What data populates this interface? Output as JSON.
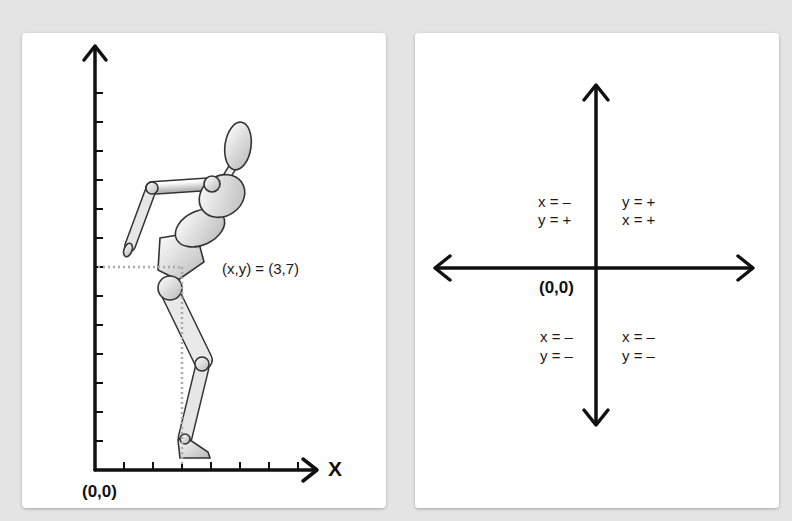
{
  "diagram": {
    "nodes": [
      {
        "text": [
          "(x,y) = (3,7)",
          "X",
          "(0,0)"
        ]
      },
      {
        "text": [
          "x = –",
          "y = +",
          "y = +",
          "x = +",
          "(0,0)",
          "x = –",
          "y = –",
          "x = –",
          "y = –"
        ]
      }
    ]
  }
}
